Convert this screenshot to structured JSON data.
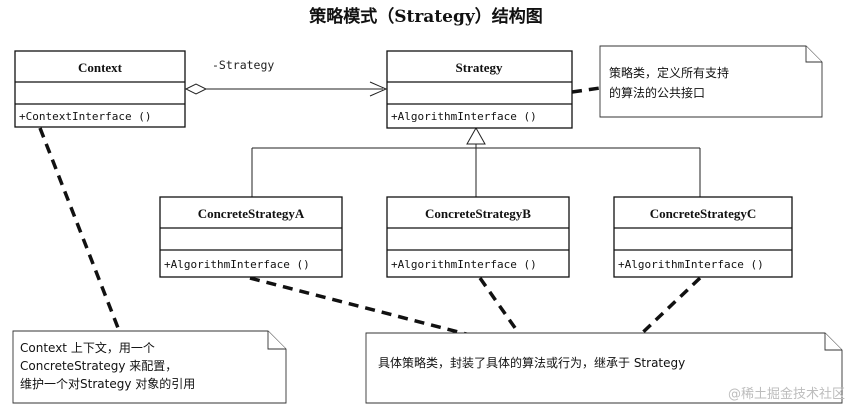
{
  "title": "策略模式（Strategy）结构图",
  "classes": {
    "context": {
      "name": "Context",
      "operation": "+ContextInterface ()"
    },
    "strategy": {
      "name": "Strategy",
      "operation": "+AlgorithmInterface ()"
    },
    "concrete_a": {
      "name": "ConcreteStrategyA",
      "operation": "+AlgorithmInterface ()"
    },
    "concrete_b": {
      "name": "ConcreteStrategyB",
      "operation": "+AlgorithmInterface ()"
    },
    "concrete_c": {
      "name": "ConcreteStrategyC",
      "operation": "+AlgorithmInterface ()"
    }
  },
  "association_label": "-Strategy",
  "notes": {
    "strategy_note": [
      "策略类，定义所有支持",
      "的算法的公共接口"
    ],
    "context_note": [
      "Context 上下文，用一个",
      "ConcreteStrategy 来配置，",
      "维护一个对Strategy 对象的引用"
    ],
    "concrete_note": [
      "具体策略类，封装了具体的算法或行为，继承于 Strategy"
    ]
  },
  "watermark": "@稀土掘金技术社区"
}
